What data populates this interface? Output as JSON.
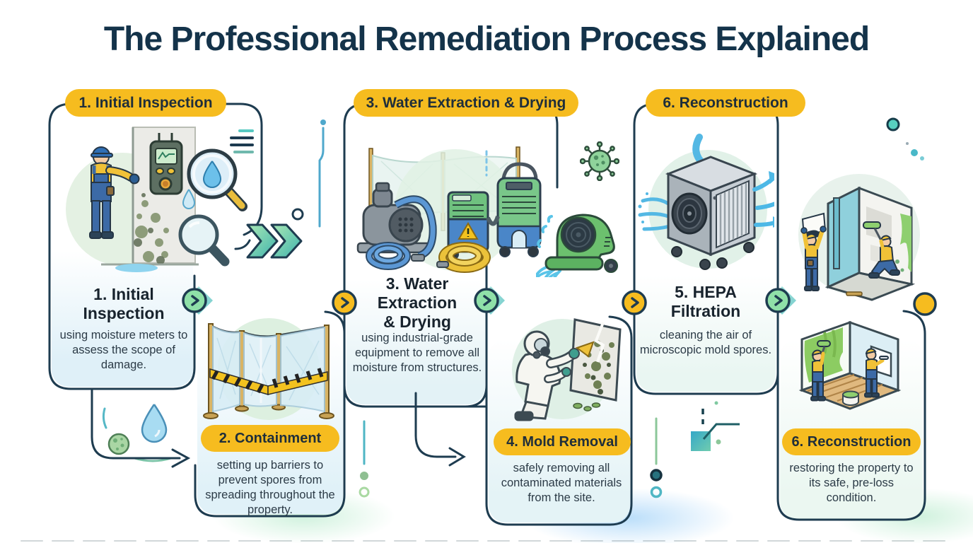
{
  "title": "The Professional Remediation Process Explained",
  "steps": [
    {
      "badge": "1. Initial Inspection",
      "heading_lines": [
        "1. Initial",
        "Inspection"
      ],
      "description": "using moisture meters to assess the scope of damage.",
      "illustration": "technician-moisture-meter-inspection"
    },
    {
      "badge": "2. Containment",
      "description": "setting up barriers to prevent spores from spreading throughout the property.",
      "illustration": "plastic-sheeting-containment"
    },
    {
      "badge": "3. Water Extraction & Drying",
      "heading_lines": [
        "3. Water",
        "Extraction",
        "& Drying"
      ],
      "description": "using industrial-grade equipment to remove all moisture from structures.",
      "illustration": "extraction-pumps-and-dehumidifiers"
    },
    {
      "badge": "4. Mold Removal",
      "description": "safely removing all contaminated materials from the site.",
      "illustration": "hazmat-worker-scraping-mold"
    },
    {
      "top_badge": "6. Reconstruction",
      "heading_lines": [
        "5. HEPA",
        "Filtration"
      ],
      "description": "cleaning the air of microscopic mold spores.",
      "illustration": "hepa-air-scrubber"
    },
    {
      "badge": "6. Reconstruction",
      "description": "restoring the property to its safe, pre-loss condition.",
      "illustration": "workers-repainting-room"
    }
  ],
  "extra_illustrations": {
    "air_mover": "air-mover-fan",
    "mold_spore": "mold-spore",
    "drywall_repair": "workers-repairing-drywall",
    "water_droplet": "water-droplet",
    "double_chevron": "double-chevron-arrow"
  },
  "colors": {
    "badge_yellow": "#f6bc1f",
    "outline_navy": "#1e3c50",
    "node_green": "#8fe0a8",
    "diamond_teal": "#7fd2c8",
    "accent_blue": "#54b8e4",
    "title_navy": "#14334a"
  }
}
